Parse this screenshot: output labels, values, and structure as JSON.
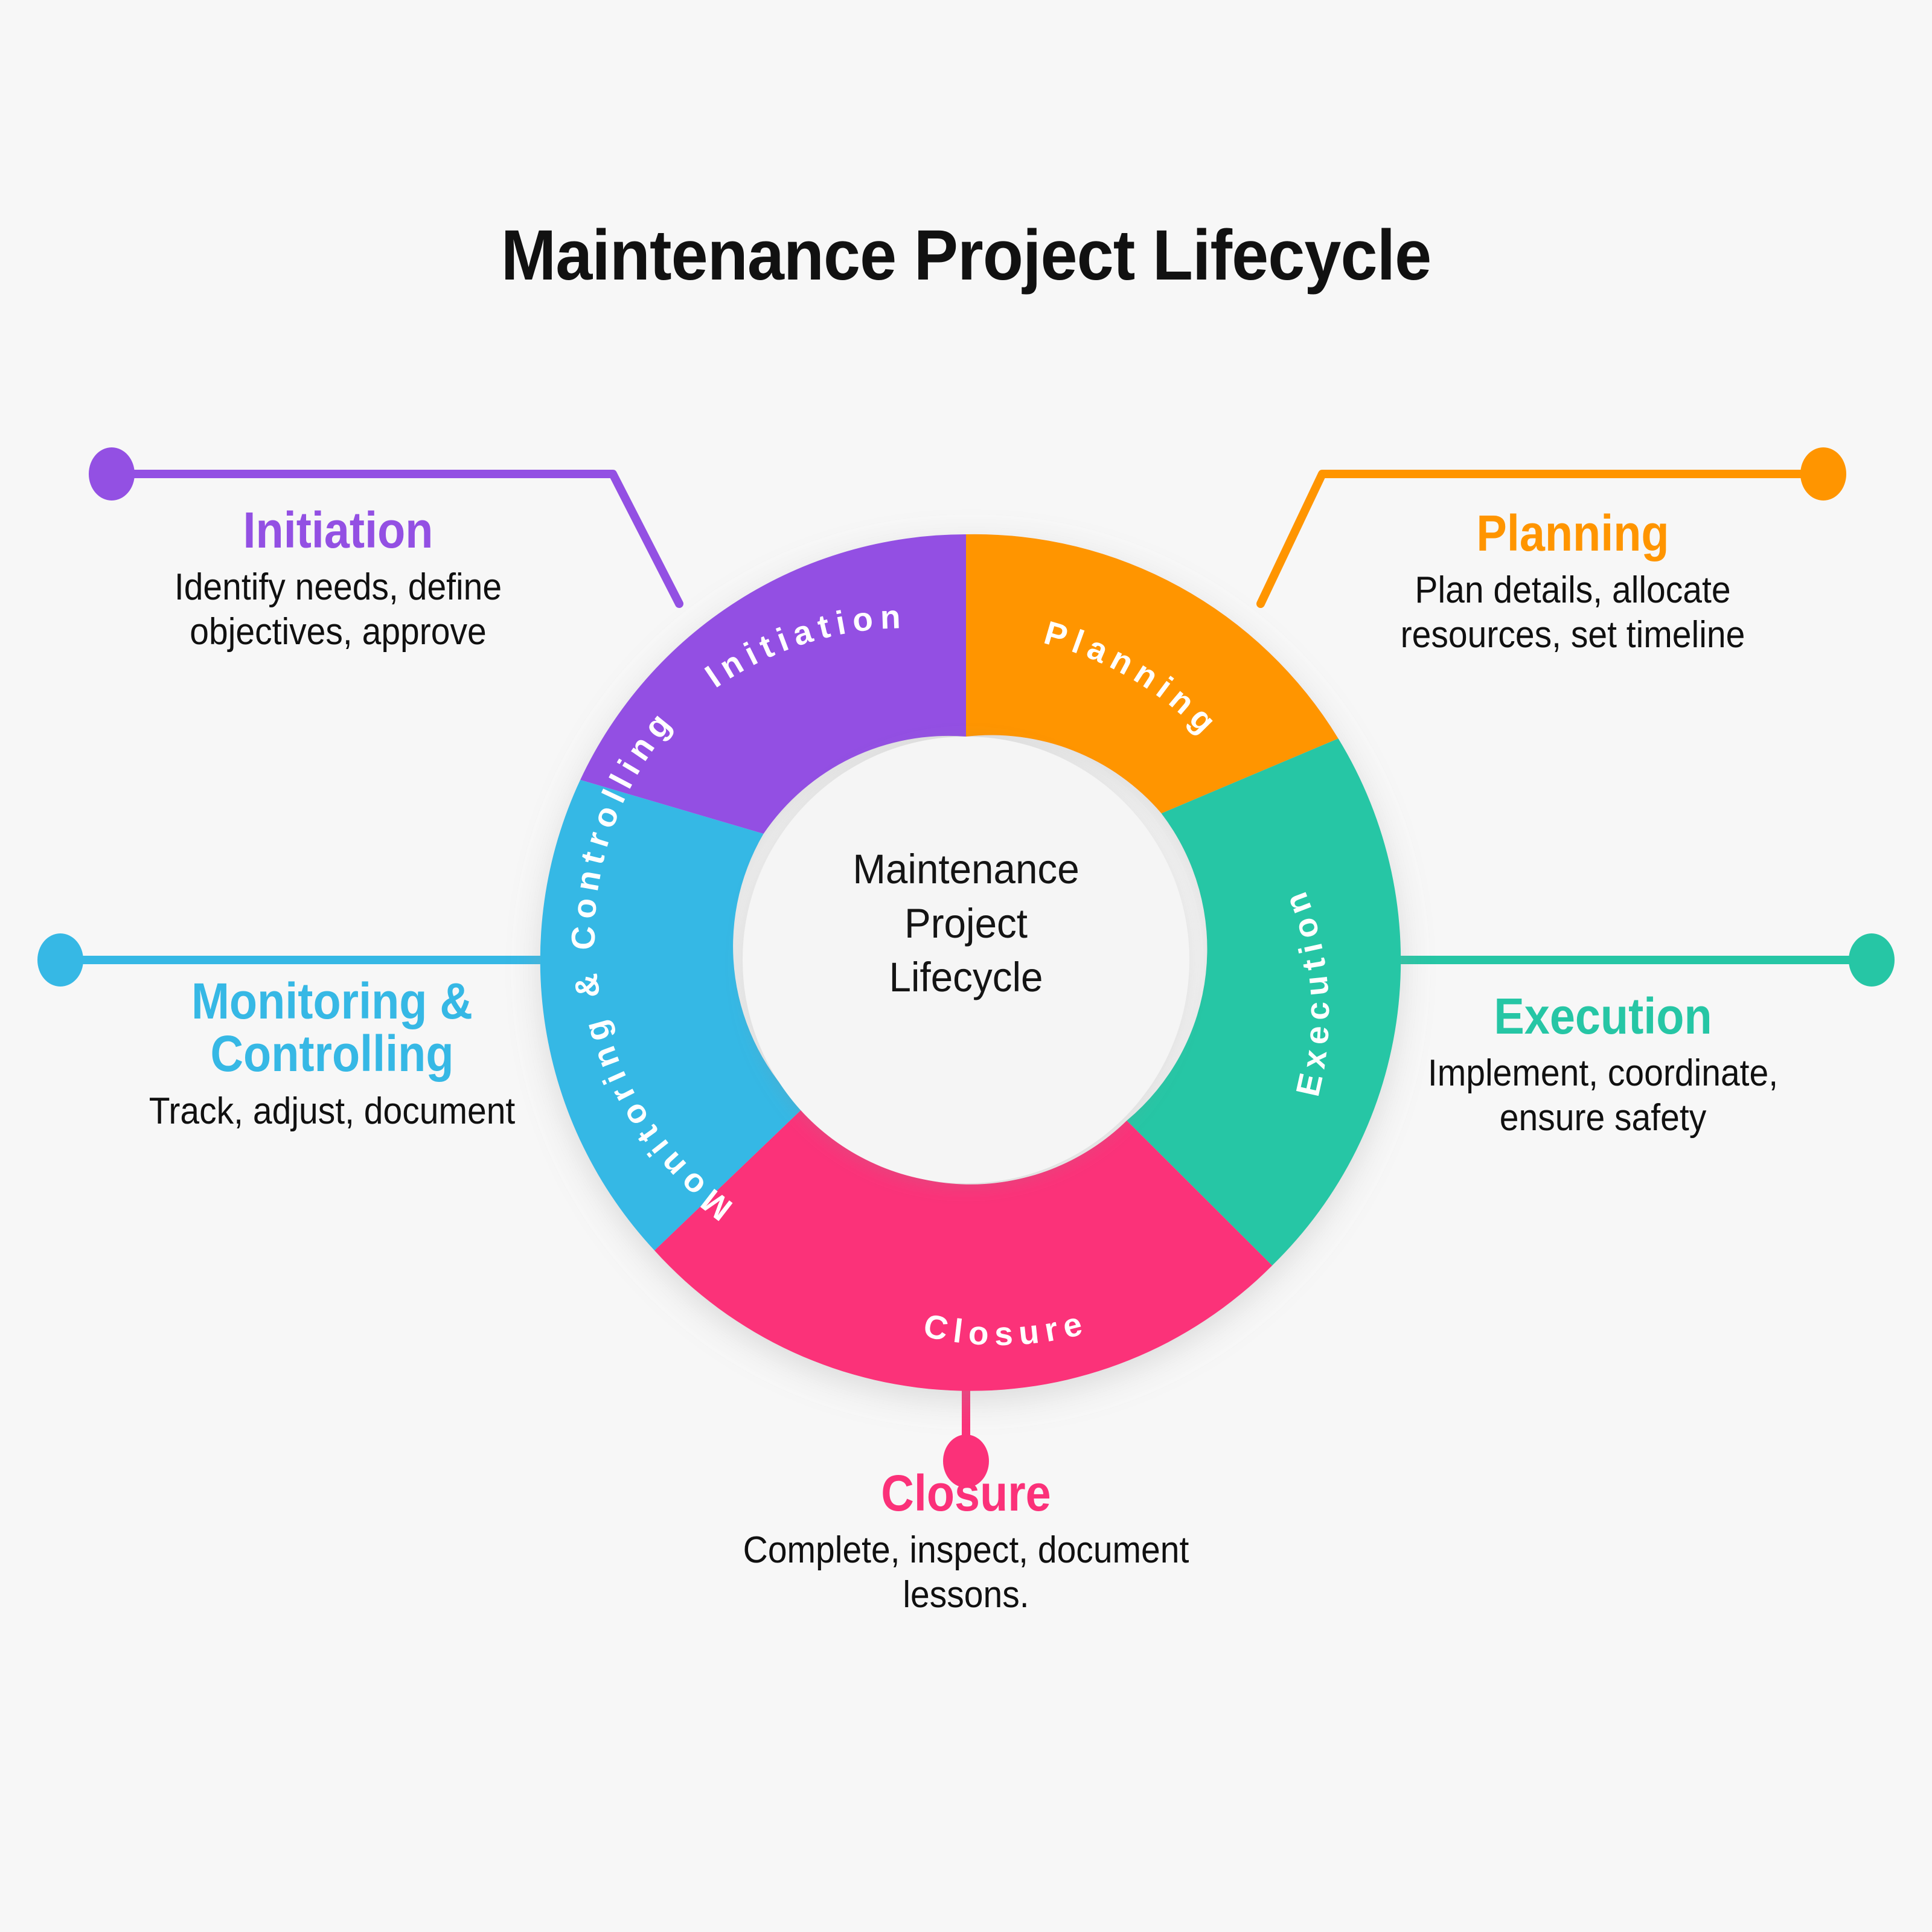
{
  "title": "Maintenance Project Lifecycle",
  "hub": {
    "label": "Maintenance\nProject\nLifecycle"
  },
  "chart_data": {
    "type": "pie",
    "title": "Maintenance Project Lifecycle",
    "center_label": "Maintenance Project Lifecycle",
    "legend": "none",
    "categories": [
      "Initiation",
      "Planning",
      "Execution",
      "Closure",
      "Monitoring & Controlling"
    ],
    "values": [
      65,
      61,
      73,
      93,
      68
    ],
    "units": "degrees",
    "colors": [
      "#9350E3",
      "#FF9500",
      "#26C6A5",
      "#FB3179",
      "#36B8E5"
    ],
    "inner_radius": 370,
    "outer_radius": 705,
    "start_angles_cw_from_top": [
      295,
      0,
      61,
      134,
      227
    ],
    "end_angles_cw_from_top": [
      360,
      61,
      134,
      227,
      295
    ]
  },
  "segments": [
    {
      "id": "initiation",
      "ring_label": "Initiation",
      "color": "#9350E3"
    },
    {
      "id": "planning",
      "ring_label": "Planning",
      "color": "#FF9500"
    },
    {
      "id": "execution",
      "ring_label": "Execution",
      "color": "#26C6A5"
    },
    {
      "id": "closure",
      "ring_label": "Closure",
      "color": "#FB3179"
    },
    {
      "id": "monitoring",
      "ring_label": "Monitoring & Controlling",
      "color": "#36B8E5"
    }
  ],
  "callouts": {
    "initiation": {
      "title": "Initiation",
      "desc": "Identify needs, define\nobjectives, approve",
      "color": "#9350E3"
    },
    "planning": {
      "title": "Planning",
      "desc": "Plan details, allocate\nresources, set timeline",
      "color": "#FF9500"
    },
    "monitoring": {
      "title": "Monitoring &\nControlling",
      "desc": "Track, adjust, document",
      "color": "#36B8E5"
    },
    "execution": {
      "title": "Execution",
      "desc": "Implement, coordinate,\nensure safety",
      "color": "#26C6A5"
    },
    "closure": {
      "title": "Closure",
      "desc": "Complete, inspect, document\nlessons.",
      "color": "#FB3179"
    }
  },
  "colors": {
    "background": "#f7f7f7",
    "title_text": "#111111",
    "body_text": "#101010",
    "hub_fill": "#f5f5f5",
    "ring_gap": "#ffffff"
  }
}
